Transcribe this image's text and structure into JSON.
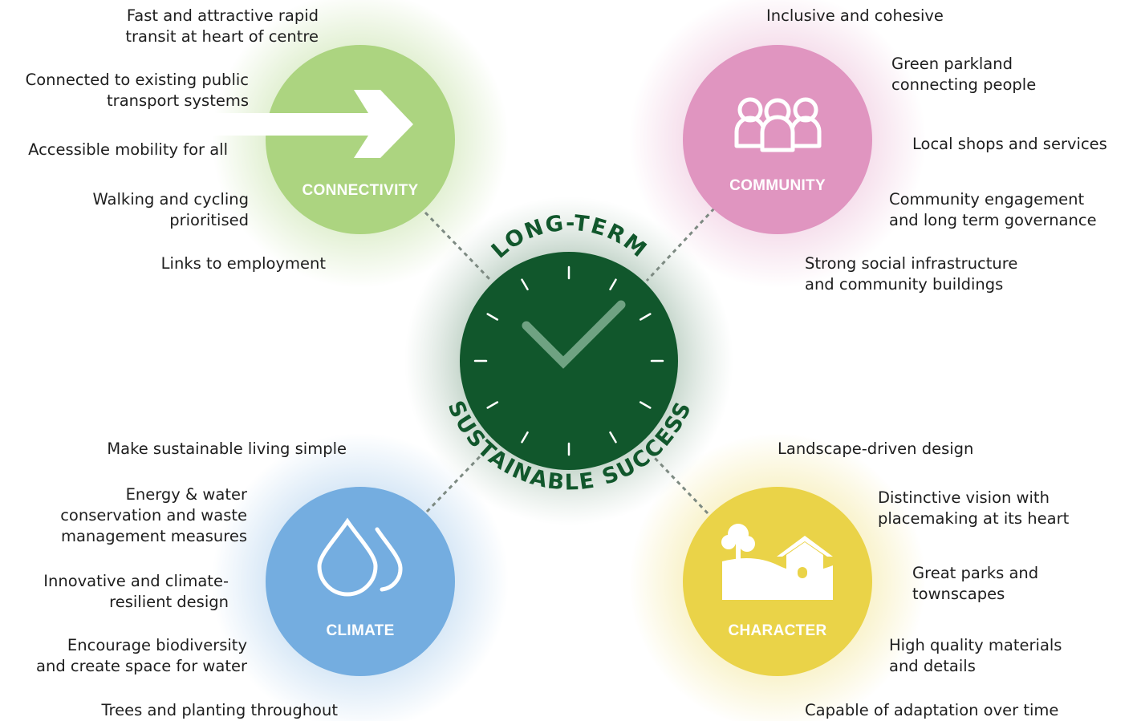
{
  "center": {
    "top_arc": "LONG-TERM",
    "bottom_arc": "SUSTAINABLE SUCCESS",
    "color": "#11572c"
  },
  "quadrants": {
    "connectivity": {
      "title": "CONNECTIVITY",
      "color": "#acd480",
      "icon": "arrow-right-icon",
      "items": [
        "Fast and attractive rapid\ntransit at heart of centre",
        "Connected to existing public\ntransport systems",
        "Accessible mobility for all",
        "Walking and cycling\nprioritised",
        "Links to employment"
      ]
    },
    "community": {
      "title": "COMMUNITY",
      "color": "#e095c0",
      "icon": "people-group-icon",
      "items": [
        "Inclusive and cohesive",
        "Green parkland\nconnecting people",
        "Local shops and services",
        "Community engagement\nand long term governance",
        "Strong social infrastructure\nand community buildings"
      ]
    },
    "climate": {
      "title": "CLIMATE",
      "color": "#74ade0",
      "icon": "water-drops-icon",
      "items": [
        "Make sustainable living simple",
        "Energy & water\nconservation and waste\nmanagement measures",
        "Innovative and climate-\nresilient design",
        "Encourage biodiversity\nand create space for water",
        "Trees and planting throughout"
      ]
    },
    "character": {
      "title": "CHARACTER",
      "color": "#ead348",
      "icon": "tree-house-landscape-icon",
      "items": [
        "Landscape-driven design",
        "Distinctive vision with\nplacemaking at its heart",
        "Great parks and\ntownscapes",
        "High quality materials\nand details",
        "Capable of adaptation over time"
      ]
    }
  }
}
